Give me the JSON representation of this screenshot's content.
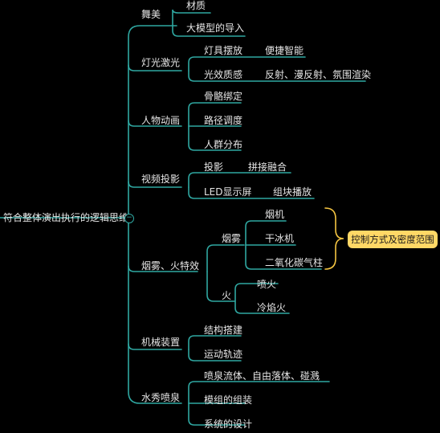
{
  "root": {
    "label": "符合整体演出执行的逻辑思维",
    "collapse_symbol": "−"
  },
  "branches": [
    {
      "label": "舞美",
      "children": [
        {
          "label": "材质"
        },
        {
          "label": "大模型的导入"
        }
      ]
    },
    {
      "label": "灯光激光",
      "children": [
        {
          "label": "灯具摆放",
          "children": [
            {
              "label": "便捷智能"
            }
          ]
        },
        {
          "label": "光效质感",
          "children": [
            {
              "label": "反射、漫反射、氛围渲染"
            }
          ]
        }
      ]
    },
    {
      "label": "人物动画",
      "children": [
        {
          "label": "骨骼绑定"
        },
        {
          "label": "路径调度"
        },
        {
          "label": "人群分布"
        }
      ]
    },
    {
      "label": "视频投影",
      "children": [
        {
          "label": "投影",
          "children": [
            {
              "label": "拼接融合"
            }
          ]
        },
        {
          "label": "LED显示屏",
          "children": [
            {
              "label": "组块播放"
            }
          ]
        }
      ]
    },
    {
      "label": "烟雾、火特效",
      "children": [
        {
          "label": "烟雾",
          "children": [
            {
              "label": "烟机"
            },
            {
              "label": "干冰机"
            },
            {
              "label": "二氧化碳气柱"
            }
          ]
        },
        {
          "label": "火",
          "children": [
            {
              "label": "喷火"
            },
            {
              "label": "冷焰火"
            }
          ]
        }
      ]
    },
    {
      "label": "机械装置",
      "children": [
        {
          "label": "结构搭建"
        },
        {
          "label": "运动轨迹"
        }
      ]
    },
    {
      "label": "水秀喷泉",
      "children": [
        {
          "label": "喷泉流体、自由落体、碰溅"
        },
        {
          "label": "模组的组装"
        },
        {
          "label": "系统的设计"
        }
      ]
    }
  ],
  "callout": {
    "label": "控制方式及密度范围"
  },
  "colors": {
    "link": "#2fa7a1",
    "bracket": "#f5c542",
    "callout_bg": "#ffd866",
    "background": "#000000"
  }
}
